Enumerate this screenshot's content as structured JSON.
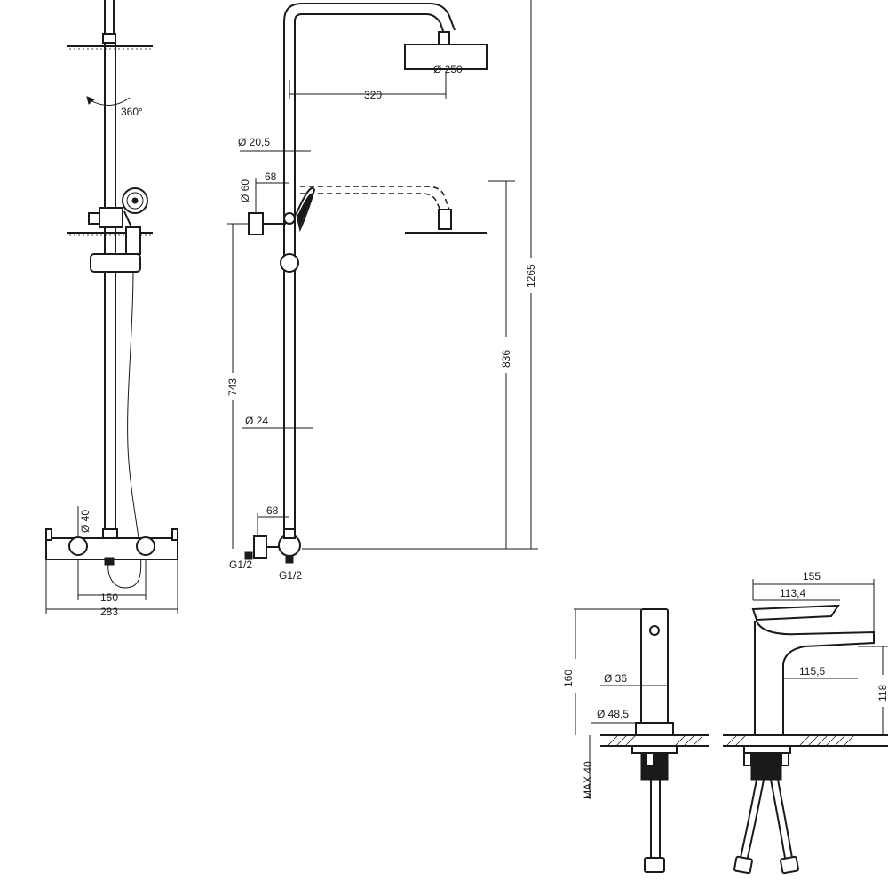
{
  "dimensions": {
    "front_view": {
      "rotation": "360°",
      "pipe_diameter": "Ø 40",
      "inlet_spacing": "150",
      "overall_width": "283"
    },
    "side_view": {
      "arm_length": "320",
      "head_diameter": "Ø 250",
      "riser_diameter": "Ø 20,5",
      "holder_offset": "68",
      "holder_diameter": "Ø 60",
      "bottom_offset": "68",
      "rail_diameter": "Ø 24",
      "rail_height": "743",
      "inner_height": "836",
      "total_height": "1265",
      "inlet_left": "G1/2",
      "inlet_right": "G1/2"
    },
    "faucet_front": {
      "height": "160",
      "body_diameter": "Ø 36",
      "base_diameter": "Ø 48,5",
      "max_deck": "MAX 40"
    },
    "faucet_side": {
      "total_depth": "155",
      "lever_depth": "113,4",
      "spout_reach": "115,5",
      "spout_height": "118"
    }
  }
}
